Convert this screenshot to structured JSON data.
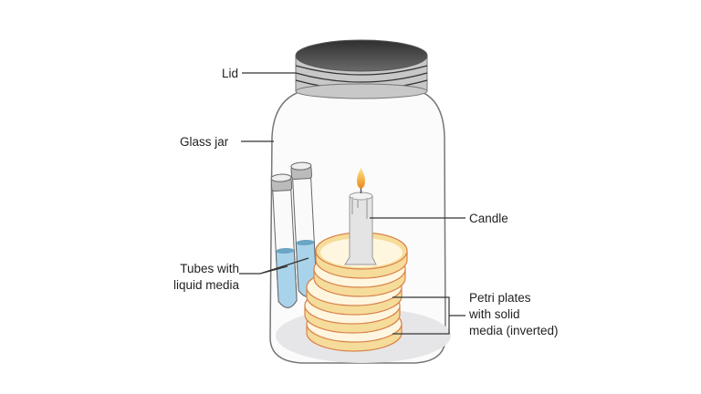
{
  "labels": {
    "lid": "Lid",
    "glass_jar": "Glass jar",
    "candle": "Candle",
    "tubes": [
      "Tubes with",
      "liquid media"
    ],
    "petri": [
      "Petri plates",
      "with solid",
      "media (inverted)"
    ]
  },
  "colors": {
    "lid": "#4a4a4a",
    "liquid": "#a9d3ea",
    "petri_media": "#f6dc9a",
    "petri_rim": "#d9834a",
    "candle": "#e4e4e4",
    "flame": "#f5b731"
  }
}
